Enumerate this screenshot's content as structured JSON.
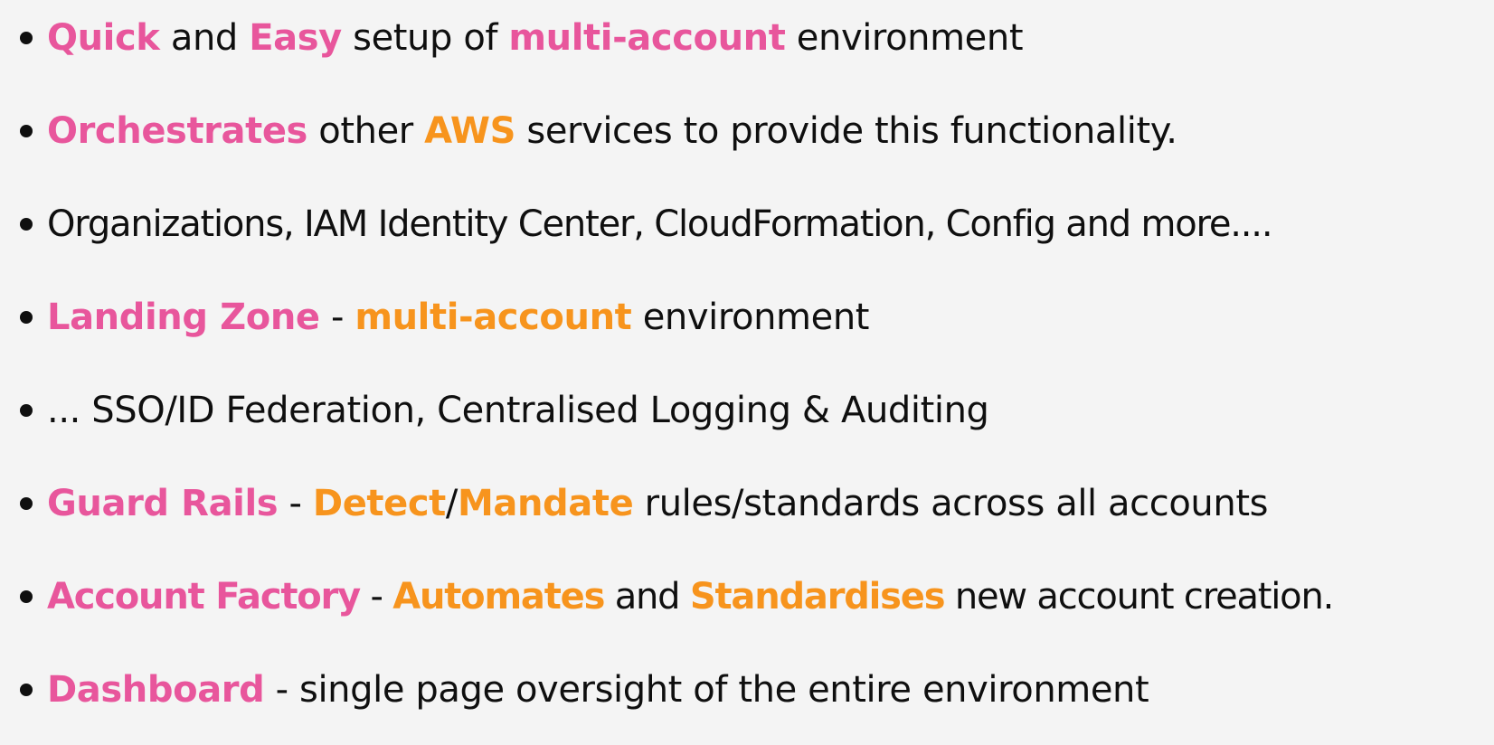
{
  "bullets": [
    {
      "segments": [
        {
          "text": "Quick",
          "style": "pink"
        },
        {
          "text": " and ",
          "style": "plain"
        },
        {
          "text": "Easy",
          "style": "pink"
        },
        {
          "text": " setup of ",
          "style": "plain"
        },
        {
          "text": "multi-account",
          "style": "pink"
        },
        {
          "text": " environment",
          "style": "plain"
        }
      ]
    },
    {
      "segments": [
        {
          "text": "Orchestrates",
          "style": "pink"
        },
        {
          "text": " other ",
          "style": "plain"
        },
        {
          "text": "AWS",
          "style": "orange"
        },
        {
          "text": " services to provide this functionality.",
          "style": "plain"
        }
      ]
    },
    {
      "segments": [
        {
          "text": "Organizations, IAM Identity Center, CloudFormation, Config and more....",
          "style": "plain"
        }
      ]
    },
    {
      "segments": [
        {
          "text": "Landing Zone",
          "style": "pink"
        },
        {
          "text": " - ",
          "style": "plain"
        },
        {
          "text": "multi-account",
          "style": "orange"
        },
        {
          "text": " environment",
          "style": "plain"
        }
      ]
    },
    {
      "segments": [
        {
          "text": "... SSO/ID Federation, Centralised Logging & Auditing",
          "style": "plain"
        }
      ]
    },
    {
      "segments": [
        {
          "text": "Guard Rails",
          "style": "pink"
        },
        {
          "text": " - ",
          "style": "plain"
        },
        {
          "text": "Detect",
          "style": "orange"
        },
        {
          "text": "/",
          "style": "plain"
        },
        {
          "text": "Mandate",
          "style": "orange"
        },
        {
          "text": " rules/standards across all accounts",
          "style": "plain"
        }
      ]
    },
    {
      "segments": [
        {
          "text": "Account Factory",
          "style": "pink"
        },
        {
          "text": " - ",
          "style": "plain"
        },
        {
          "text": "Automates",
          "style": "orange"
        },
        {
          "text": " and ",
          "style": "plain"
        },
        {
          "text": "Standardises",
          "style": "orange"
        },
        {
          "text": " new account creation.",
          "style": "plain"
        }
      ]
    },
    {
      "segments": [
        {
          "text": "Dashboard",
          "style": "pink"
        },
        {
          "text": " - single page oversight of the entire environment",
          "style": "plain"
        }
      ]
    }
  ],
  "colors": {
    "accent_pink": "#e8569c",
    "accent_orange": "#f7941d",
    "text": "#0f0f0f",
    "background": "#f4f4f4"
  }
}
